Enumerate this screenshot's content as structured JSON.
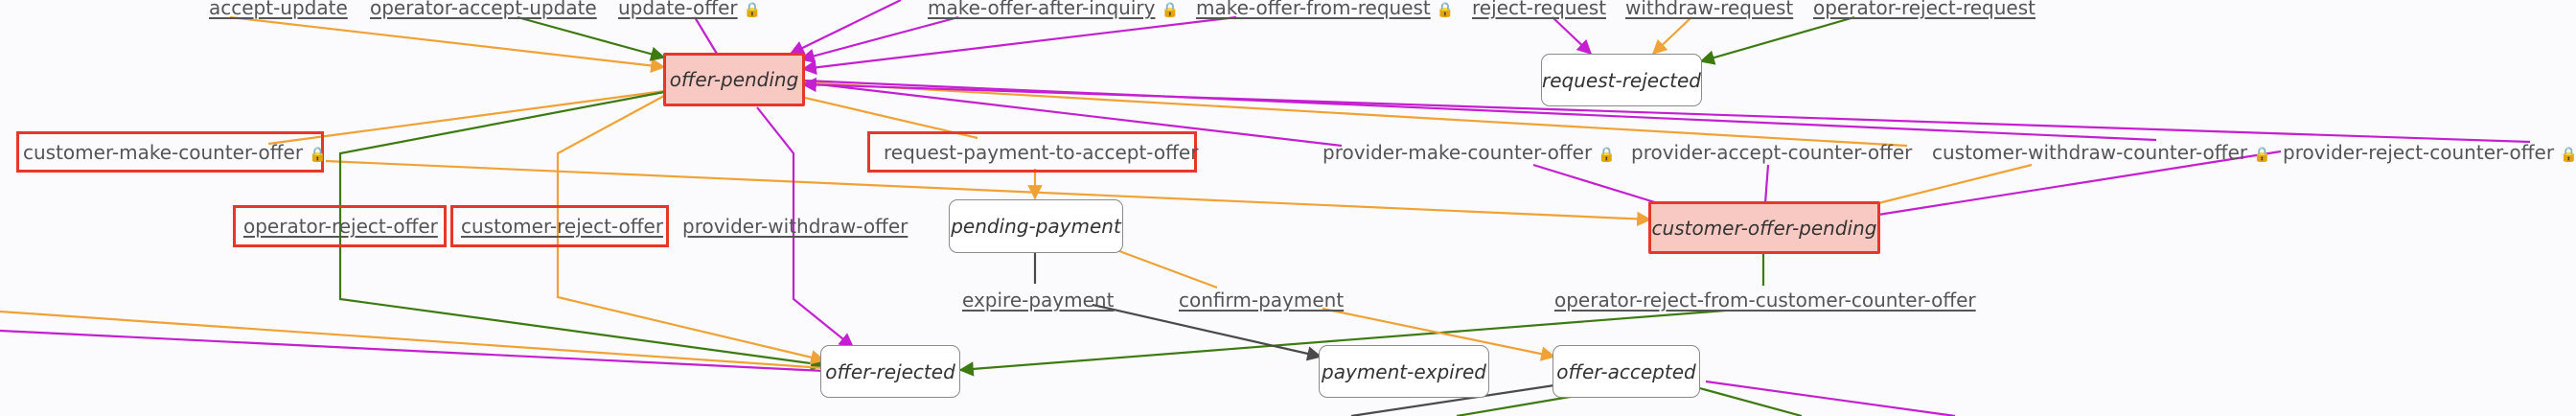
{
  "colors": {
    "orange": "#f0a236",
    "green": "#3d7a12",
    "purple": "#c41fd1",
    "gray": "#4a4a4a",
    "highlight_border": "#e8362a",
    "highlight_fill": "#f8c9c3"
  },
  "nodes": {
    "offer_pending": "offer-pending",
    "request_rejected": "request-rejected",
    "pending_payment": "pending-payment",
    "customer_offer_pending": "customer-offer-pending",
    "offer_rejected": "offer-rejected",
    "payment_expired": "payment-expired",
    "offer_accepted": "offer-accepted"
  },
  "transitions": {
    "accept_update": "accept-update",
    "operator_accept_update": "operator-accept-update",
    "update_offer": "update-offer",
    "make_offer_after_inquiry": "make-offer-after-inquiry",
    "make_offer_from_request": "make-offer-from-request",
    "reject_request": "reject-request",
    "withdraw_request": "withdraw-request",
    "operator_reject_request": "operator-reject-request",
    "customer_make_counter_offer": "customer-make-counter-offer",
    "request_payment_to_accept_offer": "request-payment-to-accept-offer",
    "provider_make_counter_offer": "provider-make-counter-offer",
    "provider_accept_counter_offer": "provider-accept-counter-offer",
    "customer_withdraw_counter_offer": "customer-withdraw-counter-offer",
    "provider_reject_counter_offer": "provider-reject-counter-offer",
    "operator_reject_offer": "operator-reject-offer",
    "customer_reject_offer": "customer-reject-offer",
    "provider_withdraw_offer": "provider-withdraw-offer",
    "expire_payment": "expire-payment",
    "confirm_payment": "confirm-payment",
    "operator_reject_from_customer_counter_offer": "operator-reject-from-customer-counter-offer"
  },
  "lock_icon": "lock-icon"
}
